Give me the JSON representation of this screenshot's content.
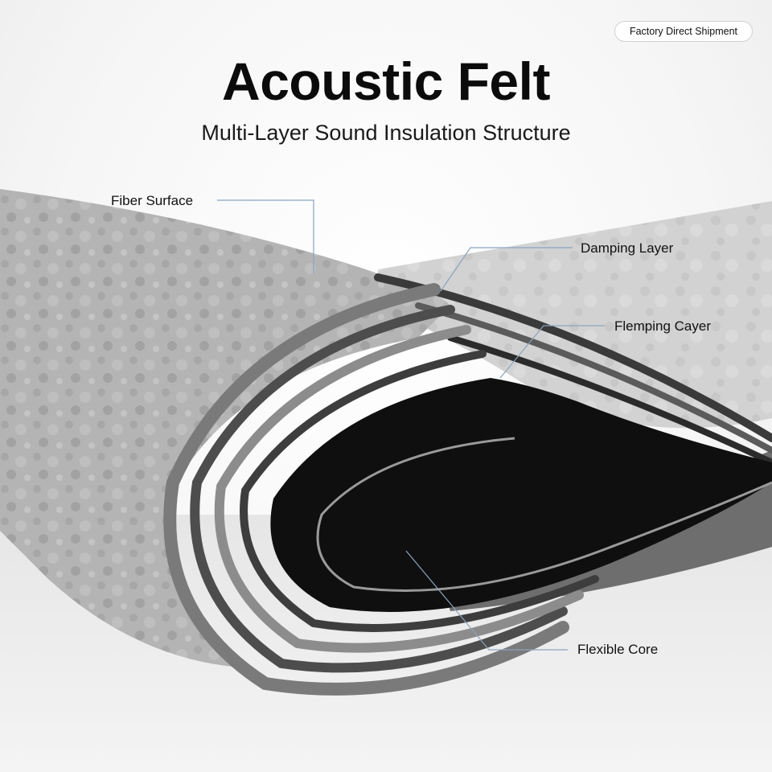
{
  "badge": {
    "label": "Factory Direct Shipment"
  },
  "header": {
    "title": "Acoustic Felt",
    "subtitle": "Multi-Layer Sound Insulation Structure"
  },
  "callouts": [
    {
      "label": "Fiber Surface"
    },
    {
      "label": "Damping Layer"
    },
    {
      "label": "Flemping Cayer"
    },
    {
      "label": "Flexible Core"
    }
  ],
  "colors": {
    "felt_gray": "#a9a9a9",
    "core_black": "#0f0f0f",
    "leader_line": "#8aa4bf",
    "title": "#0b0b0b"
  }
}
